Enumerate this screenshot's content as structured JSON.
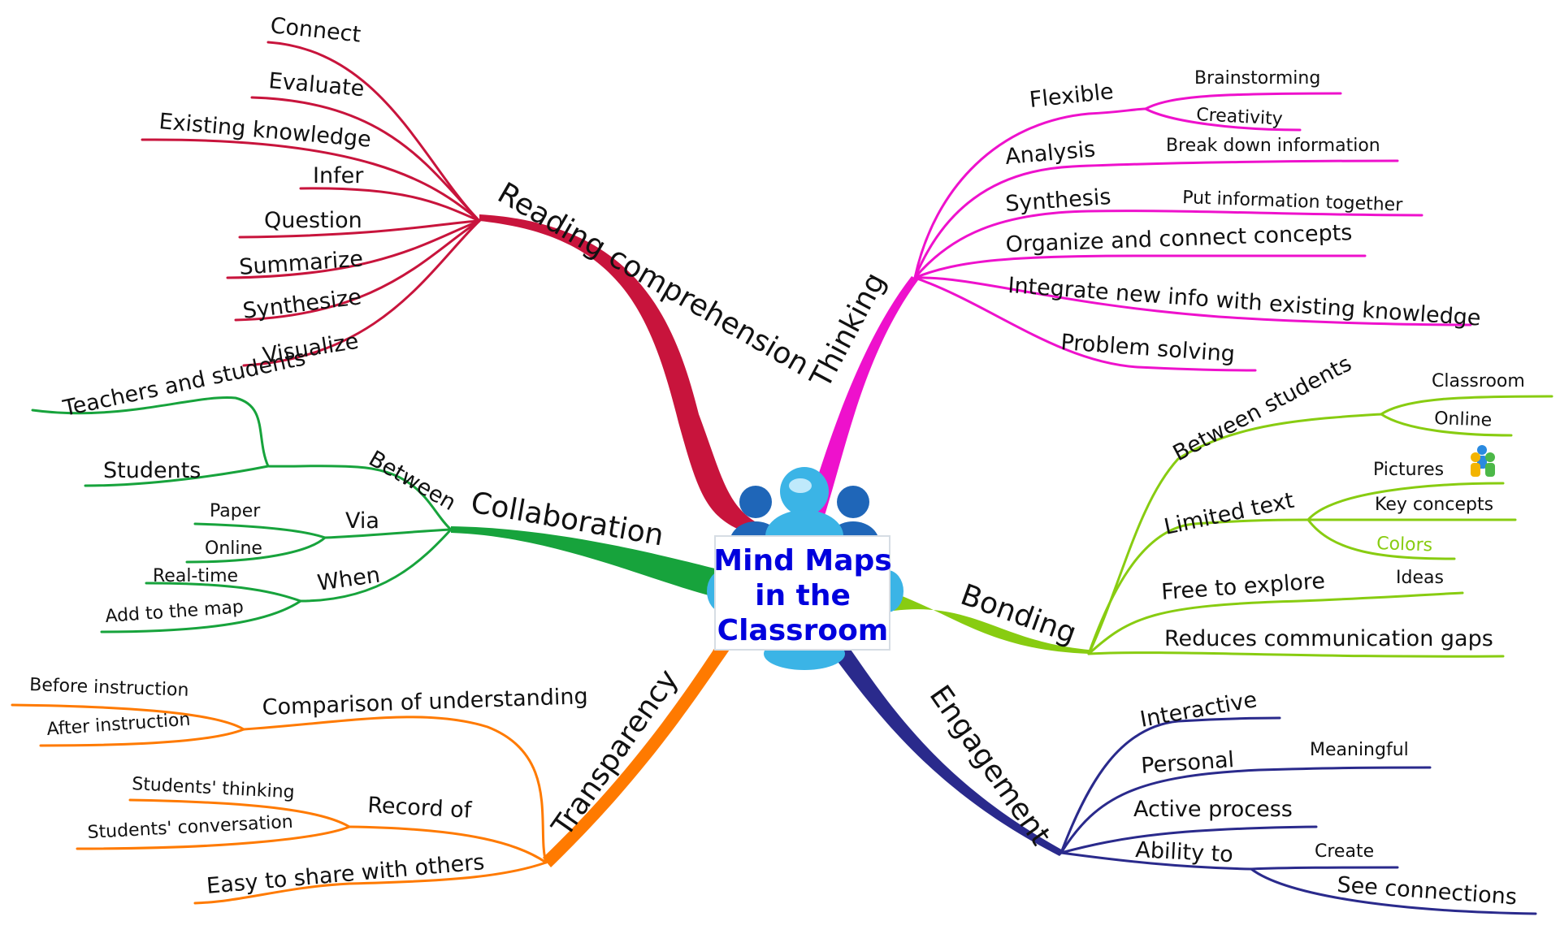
{
  "title": [
    "Mind Maps",
    "in the",
    "Classroom"
  ],
  "colors": {
    "reading": "#c8143c",
    "collaboration": "#17a33c",
    "transparency": "#ff7a00",
    "thinking": "#ee11cc",
    "bonding": "#88cc11",
    "engagement": "#2a2a8c",
    "title": "#0000dd",
    "figure": "#3bb4e6"
  },
  "branches": {
    "reading": {
      "label": "Reading comprehension",
      "items": [
        "Connect",
        "Evaluate",
        "Existing knowledge",
        "Infer",
        "Question",
        "Summarize",
        "Synthesize",
        "Visualize"
      ]
    },
    "collaboration": {
      "label": "Collaboration",
      "between": {
        "label": "Between",
        "items": [
          "Teachers and students",
          "Students"
        ]
      },
      "via": {
        "label": "Via",
        "items": [
          "Paper",
          "Online"
        ]
      },
      "when": {
        "label": "When",
        "items": [
          "Real-time",
          "Add to the map"
        ]
      }
    },
    "transparency": {
      "label": "Transparency",
      "comparison": {
        "label": "Comparison of understanding",
        "items": [
          "Before instruction",
          "After instruction"
        ]
      },
      "record": {
        "label": "Record of",
        "items": [
          "Students' thinking",
          "Students' conversation"
        ]
      },
      "share": "Easy to share with others"
    },
    "thinking": {
      "label": "Thinking",
      "flexible": {
        "label": "Flexible",
        "items": [
          "Brainstorming",
          "Creativity"
        ]
      },
      "analysis": {
        "label": "Analysis",
        "detail": "Break down information"
      },
      "synthesis": {
        "label": "Synthesis",
        "detail": "Put information together"
      },
      "organize": "Organize and connect concepts",
      "integrate": "Integrate new info with existing knowledge",
      "problem": "Problem solving"
    },
    "bonding": {
      "label": "Bonding",
      "between": {
        "label": "Between students",
        "items": [
          "Classroom",
          "Online"
        ]
      },
      "limited": {
        "label": "Limited text",
        "items": [
          "Pictures",
          "Key concepts",
          "Colors"
        ]
      },
      "free": {
        "label": "Free to explore",
        "detail": "Ideas"
      },
      "reduces": "Reduces communication gaps",
      "pictures_icon": "people-icon"
    },
    "engagement": {
      "label": "Engagement",
      "interactive": "Interactive",
      "personal": {
        "label": "Personal",
        "detail": "Meaningful"
      },
      "active": "Active process",
      "ability": {
        "label": "Ability to",
        "items": [
          "Create",
          "See connections"
        ]
      }
    }
  }
}
